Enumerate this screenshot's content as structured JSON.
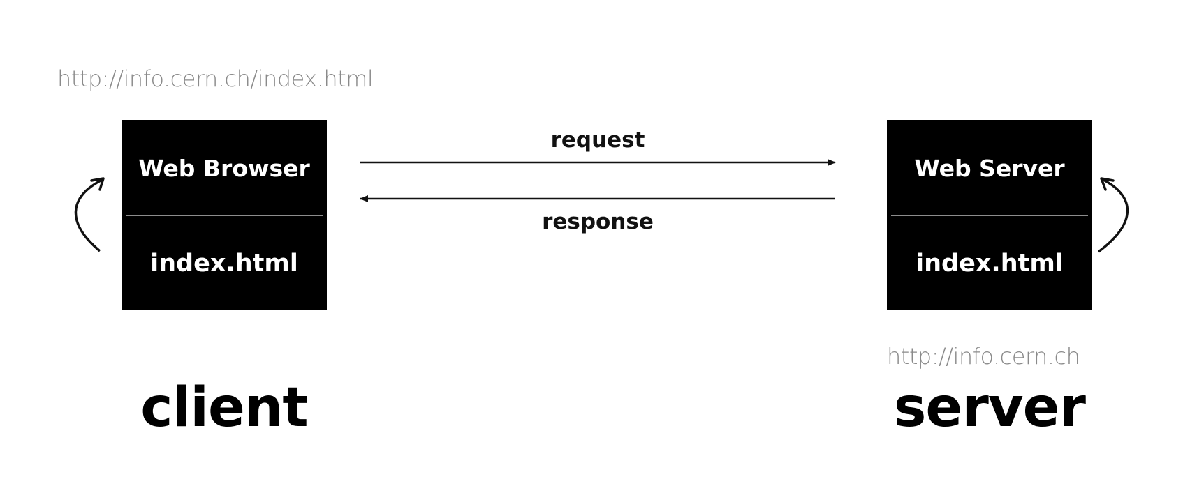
{
  "client": {
    "url": "http://info.cern.ch/index.html",
    "box_top": "Web Browser",
    "box_bottom": "index.html",
    "role": "client"
  },
  "server": {
    "url": "http://info.cern.ch",
    "box_top": "Web Server",
    "box_bottom": "index.html",
    "role": "server"
  },
  "arrows": {
    "request": "request",
    "response": "response"
  },
  "colors": {
    "box_fill": "#000000",
    "box_text": "#ffffff",
    "url_text": "#8a8a8a",
    "ink": "#111111"
  }
}
